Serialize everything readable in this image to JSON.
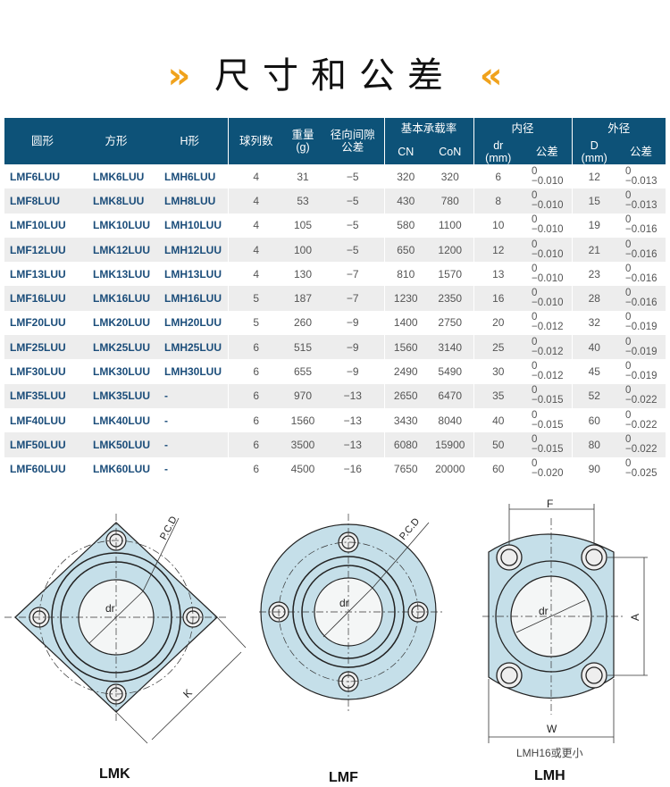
{
  "title": {
    "left_deco": "»",
    "text": "尺寸和公差",
    "right_deco": "«"
  },
  "table": {
    "headers": {
      "round": "圆形",
      "square": "方形",
      "h": "H形",
      "balls": "球列数",
      "weight": "重量",
      "weight_unit": "(g)",
      "clearance": "径向间隙",
      "clearance2": "公差",
      "load": "基本承载率",
      "cn": "CN",
      "con": "CoN",
      "inner": "内径",
      "dr": "dr",
      "mm": "(mm)",
      "tol": "公差",
      "outer": "外径",
      "d": "D"
    },
    "rows": [
      [
        "LMF6LUU",
        "LMK6LUU",
        "LMH6LUU",
        "4",
        "31",
        "−5",
        "320",
        "320",
        "6",
        "0",
        "−0.010",
        "12",
        "0",
        "−0.013"
      ],
      [
        "LMF8LUU",
        "LMK8LUU",
        "LMH8LUU",
        "4",
        "53",
        "−5",
        "430",
        "780",
        "8",
        "0",
        "−0.010",
        "15",
        "0",
        "−0.013"
      ],
      [
        "LMF10LUU",
        "LMK10LUU",
        "LMH10LUU",
        "4",
        "105",
        "−5",
        "580",
        "1100",
        "10",
        "0",
        "−0.010",
        "19",
        "0",
        "−0.016"
      ],
      [
        "LMF12LUU",
        "LMK12LUU",
        "LMH12LUU",
        "4",
        "100",
        "−5",
        "650",
        "1200",
        "12",
        "0",
        "−0.010",
        "21",
        "0",
        "−0.016"
      ],
      [
        "LMF13LUU",
        "LMK13LUU",
        "LMH13LUU",
        "4",
        "130",
        "−7",
        "810",
        "1570",
        "13",
        "0",
        "−0.010",
        "23",
        "0",
        "−0.016"
      ],
      [
        "LMF16LUU",
        "LMK16LUU",
        "LMH16LUU",
        "5",
        "187",
        "−7",
        "1230",
        "2350",
        "16",
        "0",
        "−0.010",
        "28",
        "0",
        "−0.016"
      ],
      [
        "LMF20LUU",
        "LMK20LUU",
        "LMH20LUU",
        "5",
        "260",
        "−9",
        "1400",
        "2750",
        "20",
        "0",
        "−0.012",
        "32",
        "0",
        "−0.019"
      ],
      [
        "LMF25LUU",
        "LMK25LUU",
        "LMH25LUU",
        "6",
        "515",
        "−9",
        "1560",
        "3140",
        "25",
        "0",
        "−0.012",
        "40",
        "0",
        "−0.019"
      ],
      [
        "LMF30LUU",
        "LMK30LUU",
        "LMH30LUU",
        "6",
        "655",
        "−9",
        "2490",
        "5490",
        "30",
        "0",
        "−0.012",
        "45",
        "0",
        "−0.019"
      ],
      [
        "LMF35LUU",
        "LMK35LUU",
        "-",
        "6",
        "970",
        "−13",
        "2650",
        "6470",
        "35",
        "0",
        "−0.015",
        "52",
        "0",
        "−0.022"
      ],
      [
        "LMF40LUU",
        "LMK40LUU",
        "-",
        "6",
        "1560",
        "−13",
        "3430",
        "8040",
        "40",
        "0",
        "−0.015",
        "60",
        "0",
        "−0.022"
      ],
      [
        "LMF50LUU",
        "LMK50LUU",
        "-",
        "6",
        "3500",
        "−13",
        "6080",
        "15900",
        "50",
        "0",
        "−0.015",
        "80",
        "0",
        "−0.022"
      ],
      [
        "LMF60LUU",
        "LMK60LUU",
        "-",
        "6",
        "4500",
        "−16",
        "7650",
        "20000",
        "60",
        "0",
        "−0.020",
        "90",
        "0",
        "−0.025"
      ]
    ]
  },
  "diagrams": {
    "lmk": {
      "caption": "LMK",
      "pcd": "P.C.D",
      "dr": "dr",
      "k": "K"
    },
    "lmf": {
      "caption": "LMF",
      "pcd": "P.C.D",
      "dr": "dr"
    },
    "lmh": {
      "caption": "LMH",
      "f": "F",
      "a": "A",
      "w": "W",
      "dr": "dr",
      "note": "LMH16或更小"
    }
  },
  "colors": {
    "header": "#0d5278",
    "accent": "#f0a21c",
    "part": "#c5dfe9",
    "model": "#1b4d7a"
  }
}
